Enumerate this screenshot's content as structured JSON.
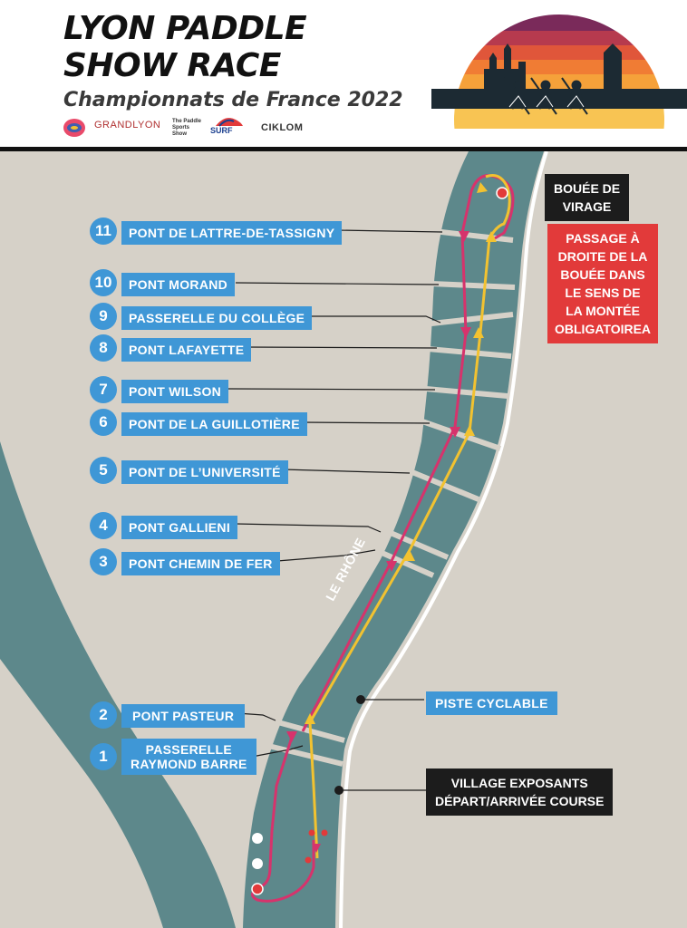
{
  "header": {
    "title_line1": "LYON PADDLE",
    "title_line2": "SHOW RACE",
    "subtitle": "Championnats de France 2022",
    "sponsors": {
      "grandlyon": "GRANDLYON",
      "tpss": "The Paddle Sports Show",
      "surf": "SURF",
      "ciklom": "CIKLOM"
    }
  },
  "bridges": [
    {
      "num": "1",
      "name": "PASSERELLE RAYMOND BARRE"
    },
    {
      "num": "2",
      "name": "PONT PASTEUR"
    },
    {
      "num": "3",
      "name": "PONT CHEMIN DE FER"
    },
    {
      "num": "4",
      "name": "PONT GALLIENI"
    },
    {
      "num": "5",
      "name": "PONT DE L’UNIVERSITÉ"
    },
    {
      "num": "6",
      "name": "PONT DE LA GUILLOTIÈRE"
    },
    {
      "num": "7",
      "name": "PONT WILSON"
    },
    {
      "num": "8",
      "name": "PONT LAFAYETTE"
    },
    {
      "num": "9",
      "name": "PASSERELLE DU COLLÈGE"
    },
    {
      "num": "10",
      "name": "PONT MORAND"
    },
    {
      "num": "11",
      "name": "PONT DE LATTRE-DE-TASSIGNY"
    }
  ],
  "bridge1_lines": [
    "PASSERELLE",
    "RAYMOND BARRE"
  ],
  "bouee": {
    "line1": "BOUÉE DE",
    "line2": "VIRAGE"
  },
  "passage": {
    "lines": [
      "PASSAGE À",
      "DROITE DE LA",
      "BOUÉE DANS",
      "LE SENS DE",
      "LA MONTÉE",
      "OBLIGATOIREA"
    ]
  },
  "piste": "PISTE CYCLABLE",
  "village": {
    "line1": "VILLAGE EXPOSANTS",
    "line2": "DÉPART/ARRIVÉE COURSE"
  },
  "river": "LE RHÔNE",
  "colors": {
    "land": "#d6d1c8",
    "water": "#5d888b",
    "label_blue": "#3f97d6",
    "route_pink": "#d6336c",
    "route_yellow": "#f2c230",
    "buoy_red": "#e23a3a"
  }
}
